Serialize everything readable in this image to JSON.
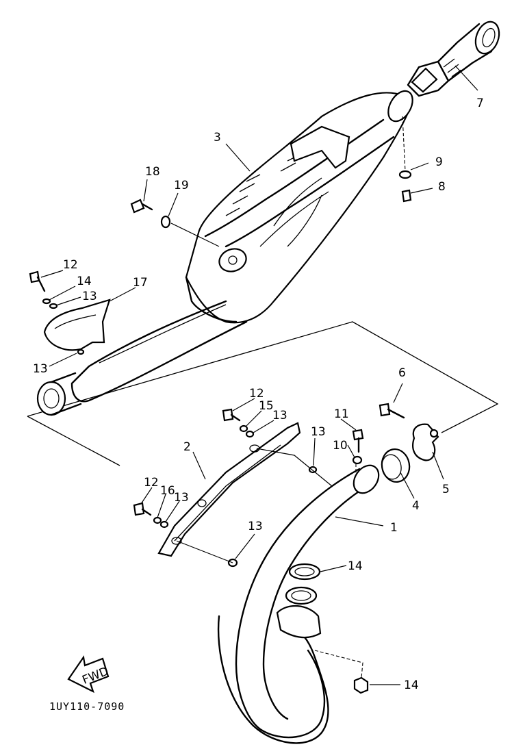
{
  "diagram": {
    "callouts": [
      {
        "id": "c1",
        "text": "1"
      },
      {
        "id": "c2",
        "text": "2"
      },
      {
        "id": "c3",
        "text": "3"
      },
      {
        "id": "c4",
        "text": "4"
      },
      {
        "id": "c5",
        "text": "5"
      },
      {
        "id": "c6",
        "text": "6"
      },
      {
        "id": "c7",
        "text": "7"
      },
      {
        "id": "c8",
        "text": "8"
      },
      {
        "id": "c9",
        "text": "9"
      },
      {
        "id": "c10",
        "text": "10"
      },
      {
        "id": "c11",
        "text": "11"
      },
      {
        "id": "c12a",
        "text": "12"
      },
      {
        "id": "c12b",
        "text": "12"
      },
      {
        "id": "c12c",
        "text": "12"
      },
      {
        "id": "c13a",
        "text": "13"
      },
      {
        "id": "c13b",
        "text": "13"
      },
      {
        "id": "c13c",
        "text": "13"
      },
      {
        "id": "c13d",
        "text": "13"
      },
      {
        "id": "c13e",
        "text": "13"
      },
      {
        "id": "c13f",
        "text": "13"
      },
      {
        "id": "c14a",
        "text": "14"
      },
      {
        "id": "c14b",
        "text": "14"
      },
      {
        "id": "c14c",
        "text": "14"
      },
      {
        "id": "c15",
        "text": "15"
      },
      {
        "id": "c16",
        "text": "16"
      },
      {
        "id": "c17",
        "text": "17"
      },
      {
        "id": "c18",
        "text": "18"
      },
      {
        "id": "c19",
        "text": "19"
      }
    ],
    "fwd_label": "FWD",
    "drawing_code": "1UY110-7090"
  }
}
